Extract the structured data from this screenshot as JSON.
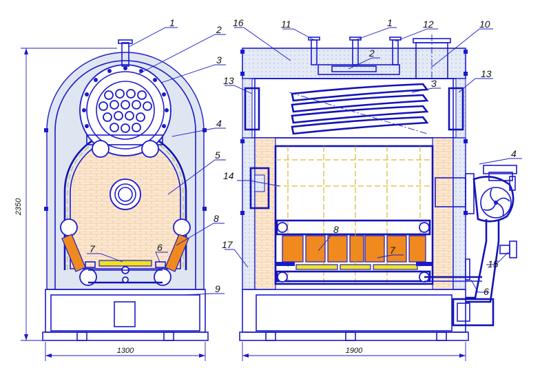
{
  "dimensions": {
    "height": "2350",
    "front_width": "1300",
    "side_width": "1900"
  },
  "front_labels": {
    "l1": "1",
    "l2": "2",
    "l3": "3",
    "l4": "4",
    "l5": "5",
    "l6": "6",
    "l7": "7",
    "l8": "8",
    "l9": "9"
  },
  "side_labels": {
    "l16": "16",
    "l11": "11",
    "l1": "1",
    "l12": "12",
    "l10": "10",
    "l2": "2",
    "l13a": "13",
    "l3": "3",
    "l13b": "13",
    "l4": "4",
    "l14": "14",
    "l8": "8",
    "l17": "17",
    "l7": "7",
    "l15": "15",
    "l6": "6"
  },
  "colors": {
    "ink": "#1a1acc",
    "brick": "#fbe8d0",
    "grate": "#f08a1e",
    "burner": "#f2e21a"
  }
}
